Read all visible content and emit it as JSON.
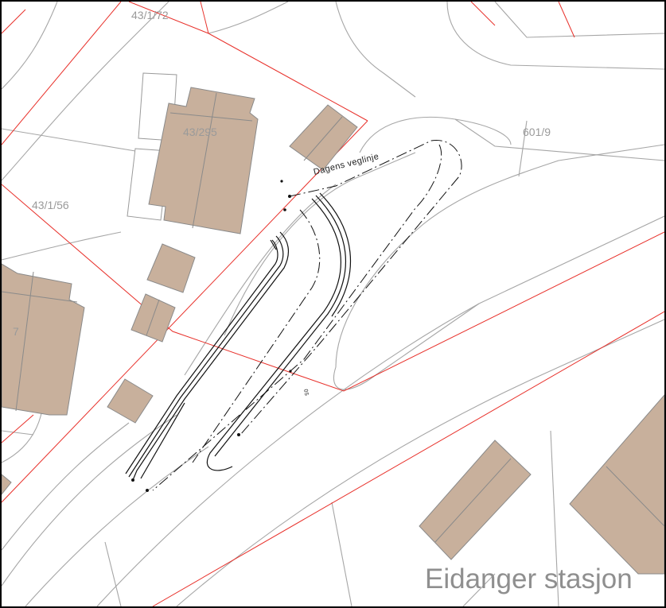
{
  "map": {
    "parcel_labels": {
      "p1": "43/1/72",
      "p2": "43/295",
      "p3": "601/9",
      "p4": "43/1/56",
      "p5": "7"
    },
    "road_label": "Dagens veglinje",
    "station_label": "Eidanger stasjon",
    "marker_label": "05",
    "colors": {
      "building": "#c8b09c",
      "property_line": "#e8302a",
      "terrain_line": "#a6a6a6",
      "road_design": "#111111"
    }
  }
}
